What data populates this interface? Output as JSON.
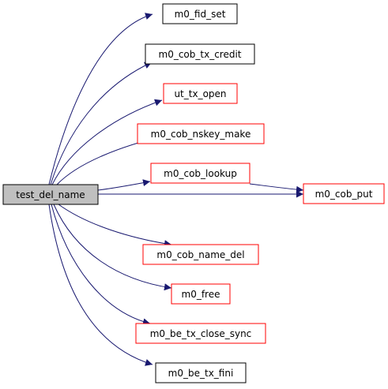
{
  "graph": {
    "root": {
      "label": "test_del_name",
      "fill": "#bfbfbf",
      "border": "#000000"
    },
    "callees": [
      {
        "id": "fid-set",
        "label": "m0_fid_set",
        "border": "#000000"
      },
      {
        "id": "cob-tx-credit",
        "label": "m0_cob_tx_credit",
        "border": "#000000"
      },
      {
        "id": "ut-tx-open",
        "label": "ut_tx_open",
        "border": "#ff0000"
      },
      {
        "id": "cob-nskey-make",
        "label": "m0_cob_nskey_make",
        "border": "#ff0000"
      },
      {
        "id": "cob-lookup",
        "label": "m0_cob_lookup",
        "border": "#ff0000"
      },
      {
        "id": "cob-put",
        "label": "m0_cob_put",
        "border": "#ff0000"
      },
      {
        "id": "cob-name-del",
        "label": "m0_cob_name_del",
        "border": "#ff0000"
      },
      {
        "id": "free",
        "label": "m0_free",
        "border": "#ff0000"
      },
      {
        "id": "be-tx-close-sync",
        "label": "m0_be_tx_close_sync",
        "border": "#ff0000"
      },
      {
        "id": "be-tx-fini",
        "label": "m0_be_tx_fini",
        "border": "#000000"
      }
    ],
    "edges": [
      [
        "root",
        "fid-set"
      ],
      [
        "root",
        "cob-tx-credit"
      ],
      [
        "root",
        "ut-tx-open"
      ],
      [
        "root",
        "cob-nskey-make"
      ],
      [
        "root",
        "cob-lookup"
      ],
      [
        "root",
        "cob-put"
      ],
      [
        "cob-lookup",
        "cob-put"
      ],
      [
        "root",
        "cob-name-del"
      ],
      [
        "root",
        "free"
      ],
      [
        "root",
        "be-tx-close-sync"
      ],
      [
        "root",
        "be-tx-fini"
      ]
    ],
    "edge_color": "#191970"
  }
}
